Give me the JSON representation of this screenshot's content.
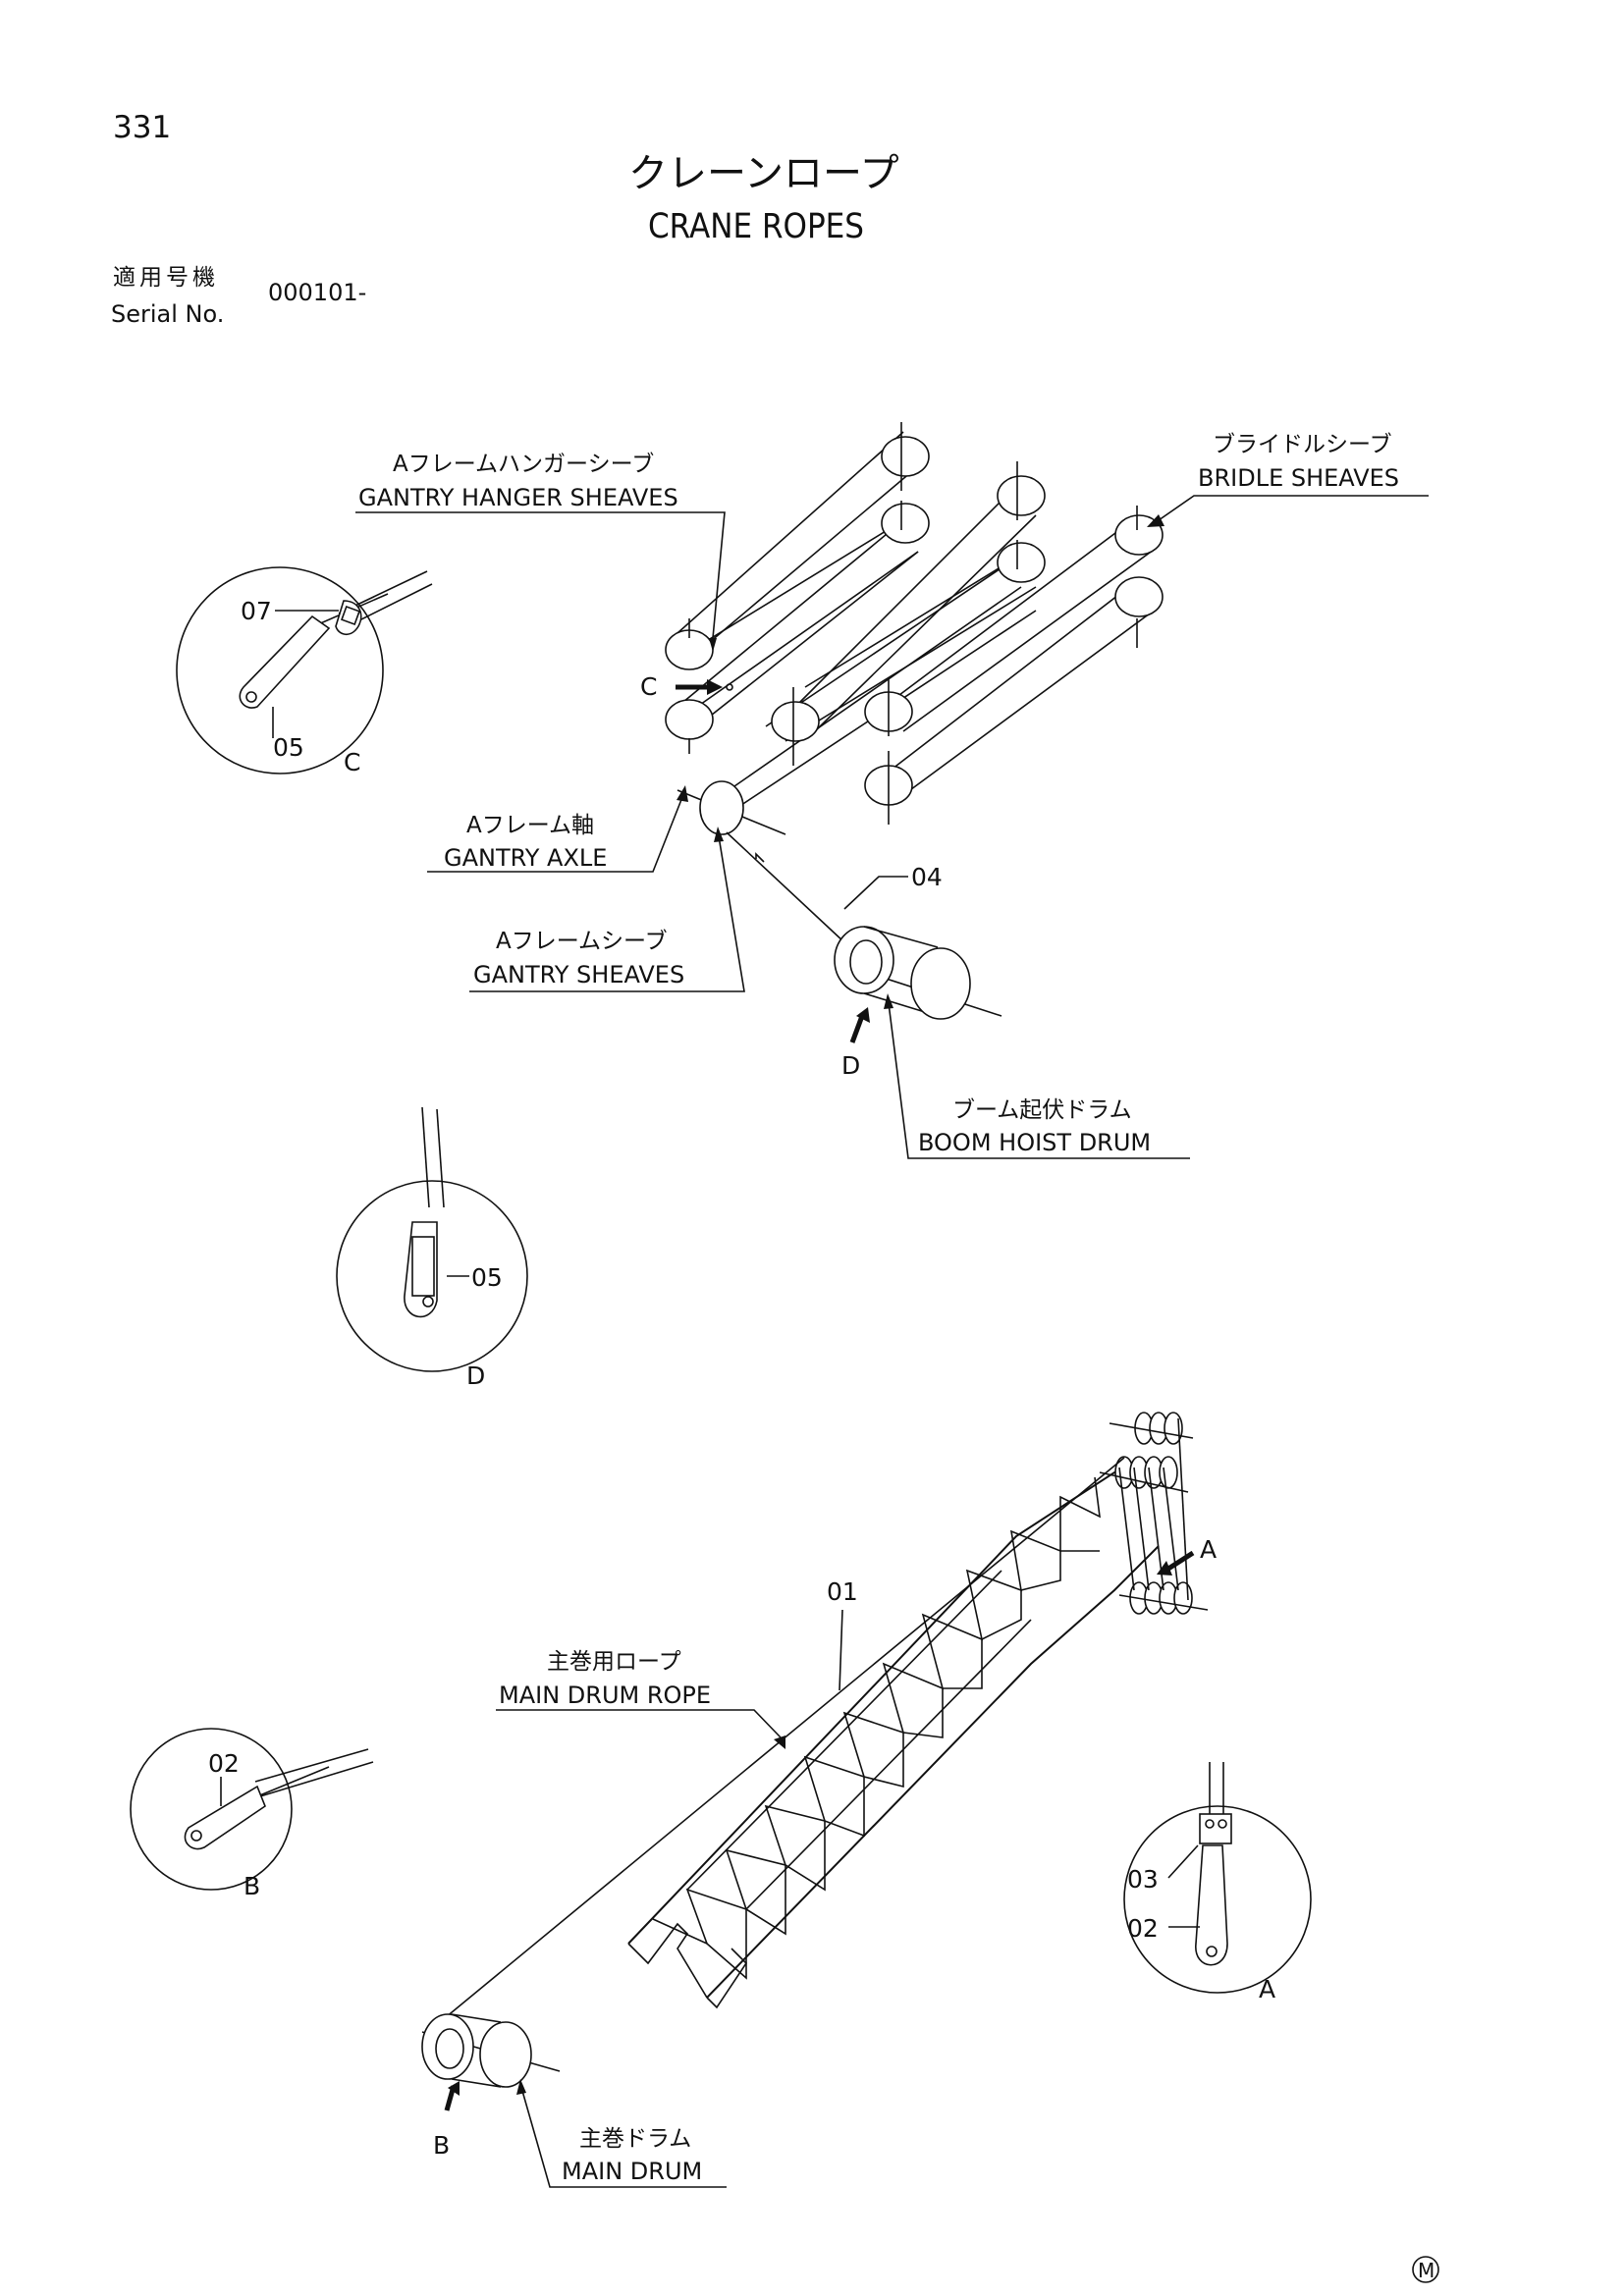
{
  "page": {
    "number": "331"
  },
  "title": {
    "japanese": "クレーンロープ",
    "english": "CRANE ROPES"
  },
  "serial": {
    "label_jp": "適用号機",
    "label_en": "Serial No.",
    "value": "000101-"
  },
  "callouts": {
    "gantry_hanger_sheaves": {
      "jp": "Aフレームハンガーシーブ",
      "en": "GANTRY HANGER SHEAVES"
    },
    "bridle_sheaves": {
      "jp": "ブライドルシーブ",
      "en": "BRIDLE SHEAVES"
    },
    "gantry_axle": {
      "jp": "Aフレーム軸",
      "en": "GANTRY AXLE"
    },
    "gantry_sheaves": {
      "jp": "Aフレームシーブ",
      "en": "GANTRY SHEAVES"
    },
    "boom_hoist_drum": {
      "jp": "ブーム起伏ドラム",
      "en": "BOOM HOIST DRUM"
    },
    "main_drum_rope": {
      "jp": "主巻用ロープ",
      "en": "MAIN DRUM ROPE"
    },
    "main_drum": {
      "jp": "主巻ドラム",
      "en": "MAIN DRUM"
    }
  },
  "part_numbers": {
    "p01": "01",
    "p02a": "02",
    "p02b": "02",
    "p03": "03",
    "p04": "04",
    "p05c": "05",
    "p05d": "05",
    "p07": "07"
  },
  "detail_views": {
    "a": "A",
    "b": "B",
    "c": "C",
    "d": "D"
  },
  "view_arrows": {
    "a": "A",
    "b": "B",
    "c": "C",
    "d": "D"
  },
  "footer": {
    "mark": "M"
  }
}
